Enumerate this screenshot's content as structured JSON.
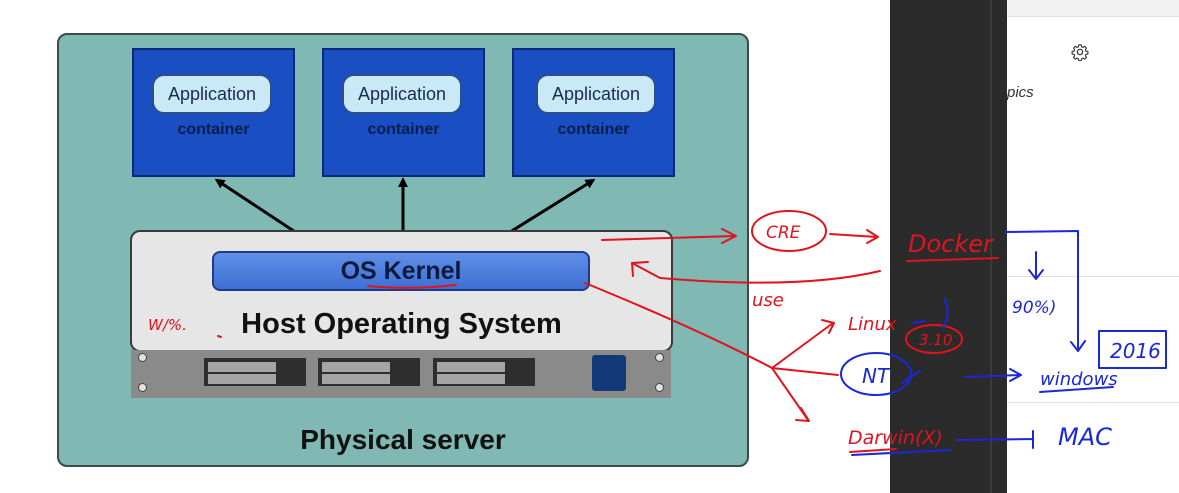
{
  "diagram": {
    "containers": [
      {
        "app_label": "Application",
        "container_label": "container"
      },
      {
        "app_label": "Application",
        "container_label": "container"
      },
      {
        "app_label": "Application",
        "container_label": "container"
      }
    ],
    "os_kernel_label": "OS Kernel",
    "host_os_label": "Host Operating System",
    "physical_server_label": "Physical server"
  },
  "side_panel": {
    "settings_icon": "gear-icon",
    "topics_text": "pics"
  },
  "annotations": {
    "cre": "CRE",
    "docker": "Docker",
    "use": "use",
    "linux": "Linux",
    "linux_version": "3.10",
    "nt": "NT",
    "darwin": "Darwin(X)",
    "percent": "90%)",
    "windows": "windows",
    "year": "2016",
    "mac": "MAC",
    "margin_note": "W/%."
  },
  "colors": {
    "server_bg": "#80b8b4",
    "container_blue": "#1a4fc4",
    "kernel_blue": "#4a7ddc",
    "annotation_red": "#e0141e",
    "annotation_blue": "#1a28d8"
  }
}
